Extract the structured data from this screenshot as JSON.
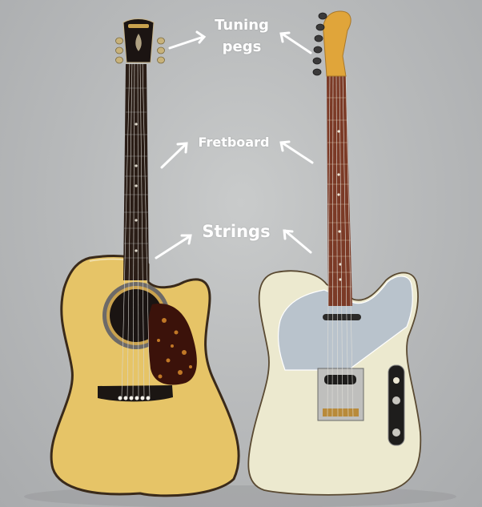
{
  "image": {
    "subject": "Acoustic guitar and electric guitar side by side with labeled parts",
    "background_color": "#bcbebf"
  },
  "labels": {
    "tuning_line1": "Tuning",
    "tuning_line2": "pegs",
    "fretboard": "Fretboard",
    "strings": "Strings"
  },
  "guitars": [
    {
      "name": "acoustic-guitar",
      "body_color": "#e8c66a",
      "pickguard": "tortoiseshell",
      "fretboard_color": "#2a1d16"
    },
    {
      "name": "electric-guitar",
      "body_color": "#ece9cf",
      "pickguard": "silver",
      "headstock_color": "#e0a53a",
      "fretboard_color": "#7b3a26"
    }
  ],
  "arrow_color": "#ffffff"
}
